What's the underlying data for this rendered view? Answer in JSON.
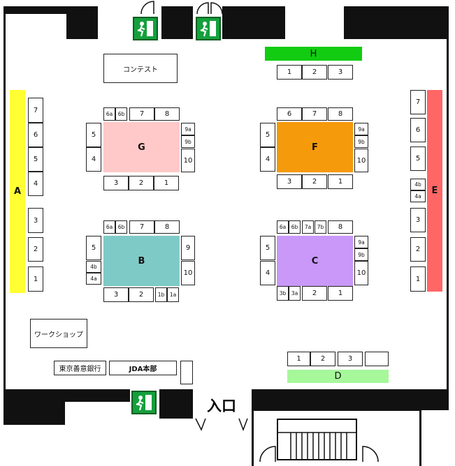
{
  "colors": {
    "wall": "#111111",
    "A": "#ffff33",
    "B": "#7ecac6",
    "C": "#c998f8",
    "D": "#a6f89a",
    "E": "#ff6666",
    "F": "#f59a0b",
    "G": "#ffc9c9",
    "H": "#11cc11",
    "exit_sign": "#14a03c"
  },
  "labels": {
    "contest": "コンテスト",
    "workshop": "ワークショップ",
    "tokyo_bank": "東京善意銀行",
    "jda": "JDA本部",
    "entrance": "入口"
  },
  "zones": {
    "A": "A",
    "B": "B",
    "C": "C",
    "D": "D",
    "E": "E",
    "F": "F",
    "G": "G",
    "H": "H"
  },
  "icons": {
    "exit": "emergency-exit-icon",
    "door": "door-swing-icon",
    "stairs": "stairs-icon"
  },
  "tables": {
    "A": [
      "7",
      "6",
      "5",
      "4",
      "3",
      "2",
      "1"
    ],
    "E": [
      "7",
      "6",
      "5",
      "4b",
      "4a",
      "3",
      "2",
      "1"
    ],
    "H": [
      "1",
      "2",
      "3"
    ],
    "D": [
      "1",
      "2",
      "3",
      ""
    ],
    "G": {
      "top": [
        "6a",
        "6b",
        "7",
        "8"
      ],
      "left": [
        "5",
        "4"
      ],
      "right": [
        "9a",
        "9b",
        "10"
      ],
      "bottom": [
        "3",
        "2",
        "1"
      ]
    },
    "F": {
      "top": [
        "6",
        "7",
        "8"
      ],
      "left": [
        "5",
        "4"
      ],
      "right": [
        "9a",
        "9b",
        "10"
      ],
      "bottom": [
        "3",
        "2",
        "1"
      ]
    },
    "B": {
      "top": [
        "6a",
        "6b",
        "7",
        "8"
      ],
      "left": [
        "5",
        "4b",
        "4a"
      ],
      "right": [
        "9",
        "10"
      ],
      "bottom": [
        "3",
        "2",
        "1b",
        "1a"
      ]
    },
    "C": {
      "top": [
        "6a",
        "6b",
        "7a",
        "7b",
        "8"
      ],
      "left": [
        "5",
        "4"
      ],
      "right": [
        "9a",
        "9b",
        "10"
      ],
      "bottom": [
        "3b",
        "3a",
        "2",
        "1"
      ]
    }
  }
}
